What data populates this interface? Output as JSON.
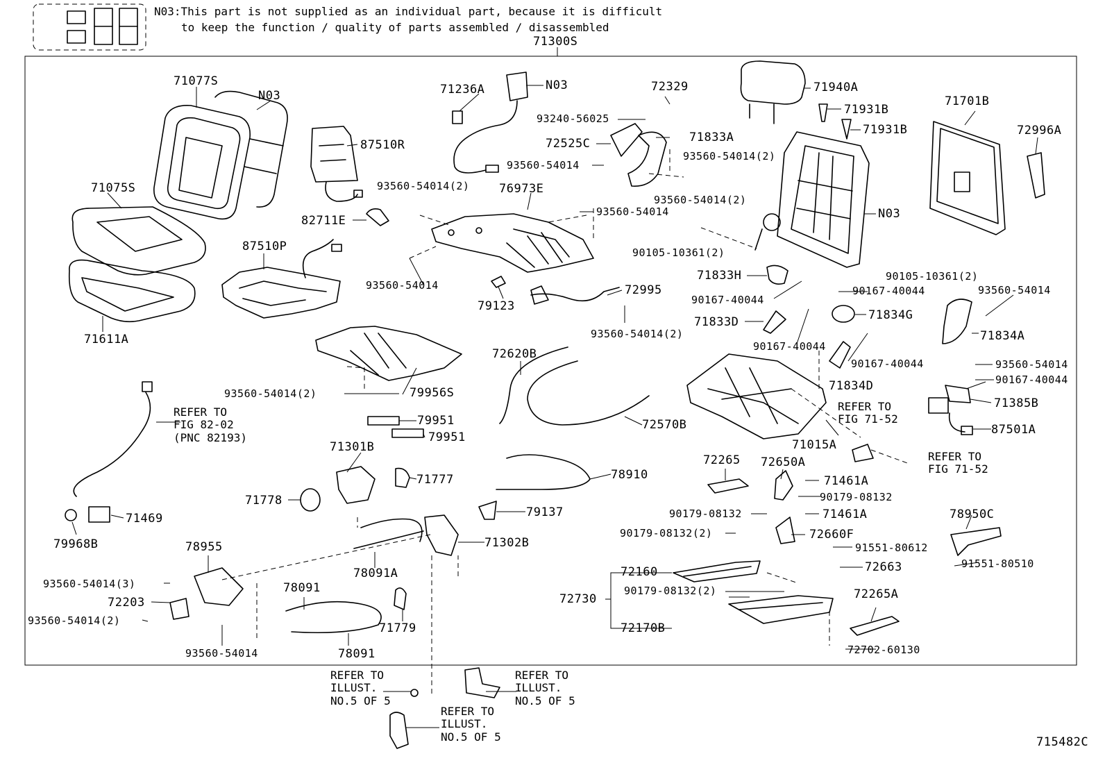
{
  "header": {
    "note_line1": "N03:This part is not supplied as an individual part, because it is difficult",
    "note_line2": "to keep the function / quality of parts assembled / disassembled",
    "assembly_code": "71300S",
    "figure_code": "715482C"
  },
  "labels": {
    "l71077S": "71077S",
    "lN03a": "N03",
    "l71075S": "71075S",
    "l71611A": "71611A",
    "l87510R": "87510R",
    "l82711E": "82711E",
    "l87510P": "87510P",
    "l71236A": "71236A",
    "lN03b": "N03",
    "l9356054014_2a": "93560-54014(2)",
    "l76973E": "76973E",
    "l9356054014a": "93560-54014",
    "l9356054014b": "93560-54014",
    "l79123": "79123",
    "l72995": "72995",
    "l9356054014_2b": "93560-54014(2)",
    "l72329": "72329",
    "l9324056025": "93240-56025",
    "l72525C": "72525C",
    "l9356054014c": "93560-54014",
    "l71833A": "71833A",
    "l9356054014_2c": "93560-54014(2)",
    "l9356054014_2d": "93560-54014(2)",
    "l9010510361_2a": "90105-10361(2)",
    "l71940A": "71940A",
    "l71931Ba": "71931B",
    "l71931Bb": "71931B",
    "lN03c": "N03",
    "l9010510361_2b": "90105-10361(2)",
    "l71833H": "71833H",
    "l9016740044a": "90167-40044",
    "l9016740044b": "90167-40044",
    "l71833D": "71833D",
    "l71834G": "71834G",
    "l9016740044c": "90167-40044",
    "l9016740044d": "90167-40044",
    "l71834D": "71834D",
    "l71015A": "71015A",
    "l71701B": "71701B",
    "l72996A": "72996A",
    "l9356054014d": "93560-54014",
    "l71834A": "71834A",
    "l9356054014e": "93560-54014",
    "l9016740044e": "90167-40044",
    "l71385B": "71385B",
    "l87501A": "87501A",
    "l9356054014_2e": "93560-54014(2)",
    "l79956S": "79956S",
    "l72620B": "72620B",
    "l72570B": "72570B",
    "l79951a": "79951",
    "l79951b": "79951",
    "l71301B": "71301B",
    "l71777": "71777",
    "l71778": "71778",
    "l78910": "78910",
    "l71469": "71469",
    "l79968B": "79968B",
    "l79137": "79137",
    "l71302B": "71302B",
    "l78955": "78955",
    "l78091A": "78091A",
    "l9356054014_3": "93560-54014(3)",
    "l72203": "72203",
    "l9356054014_2f": "93560-54014(2)",
    "l78091a": "78091",
    "l71779": "71779",
    "l9356054014f": "93560-54014",
    "l78091b": "78091",
    "l72265": "72265",
    "l72650A": "72650A",
    "l71461Aa": "71461A",
    "l9017908132a": "90179-08132",
    "l9017908132b": "90179-08132",
    "l71461Ab": "71461A",
    "l9017908132_2a": "90179-08132(2)",
    "l72660F": "72660F",
    "l9155180612": "91551-80612",
    "l72663": "72663",
    "l72160": "72160",
    "l72730": "72730",
    "l9017908132_2b": "90179-08132(2)",
    "l72170B": "72170B",
    "l72265A": "72265A",
    "l7270260130": "72702-60130",
    "l78950C": "78950C",
    "l9155180510": "91551-80510"
  },
  "references": {
    "fig8202_l1": "REFER TO",
    "fig8202_l2": "FIG 82-02",
    "fig8202_l3": "(PNC 82193)",
    "fig7152a_l1": "REFER TO",
    "fig7152a_l2": "FIG 71-52",
    "fig7152b_l1": "REFER TO",
    "fig7152b_l2": "FIG 71-52",
    "illA_l1": "REFER TO",
    "illA_l2": "ILLUST.",
    "illA_l3": "NO.5 OF 5",
    "illB_l1": "REFER TO",
    "illB_l2": "ILLUST.",
    "illB_l3": "NO.5 OF 5",
    "illC_l1": "REFER TO",
    "illC_l2": "ILLUST.",
    "illC_l3": "NO.5 OF 5"
  }
}
